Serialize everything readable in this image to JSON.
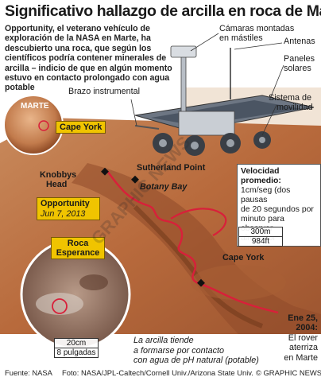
{
  "title": "Significativo hallazgo de arcilla en roca de Marte",
  "intro": "Opportunity, el veterano vehículo de exploración de la NASA en Marte, ha descubierto una roca, que según los científicos podría contener minerales de arcilla – indicio de que en algún momento estuvo en contacto prolongado con agua potable",
  "rover_labels": {
    "cameras": "Cámaras montadas",
    "cameras2": "en mástiles",
    "antennas": "Antenas",
    "panels": "Paneles",
    "panels2": "solares",
    "arm": "Brazo instrumental",
    "mobility": "Sistema de",
    "mobility2": "movilidad"
  },
  "mars_inset": "MARTE",
  "places": {
    "cape_york_top": "Cape York",
    "knobbys": "Knobbys",
    "knobbys2": "Head",
    "sutherland": "Sutherland Point",
    "botany": "Botany Bay",
    "cape_york_main": "Cape York"
  },
  "opportunity_tag": {
    "name": "Opportunity",
    "date": "Jun 7, 2013"
  },
  "speed": {
    "title": "Velocidad promedio:",
    "line1": "1cm/seg (dos pausas",
    "line2": "de 20 segundos por",
    "line3": "minuto para observar",
    "line4": "alrededor"
  },
  "map_scale": {
    "metric": "300m",
    "imperial": "984ft"
  },
  "rock_tag": {
    "line1": "Roca",
    "line2": "Esperance"
  },
  "rock_scale": {
    "metric": "20cm",
    "imperial": "8 pulgadas"
  },
  "clay_caption": {
    "line1": "La arcilla tiende",
    "line2": "a formarse por contacto",
    "line3": "con agua de pH natural (potable)"
  },
  "landing": {
    "line1": "Ene 25,",
    "line2": "2004:",
    "line3": "El rover",
    "line4": "aterriza",
    "line5": "en Marte"
  },
  "watermark": "GRAPHIC NEWS",
  "footer": {
    "source": "Fuente: NASA",
    "photo": "Foto: NASA/JPL-Caltech/Cornell Univ./Arizona State Univ.",
    "credit": "© GRAPHIC NEWS"
  },
  "colors": {
    "terrain": "#c07848",
    "route": "#d8203a",
    "tag": "#f0c400"
  }
}
